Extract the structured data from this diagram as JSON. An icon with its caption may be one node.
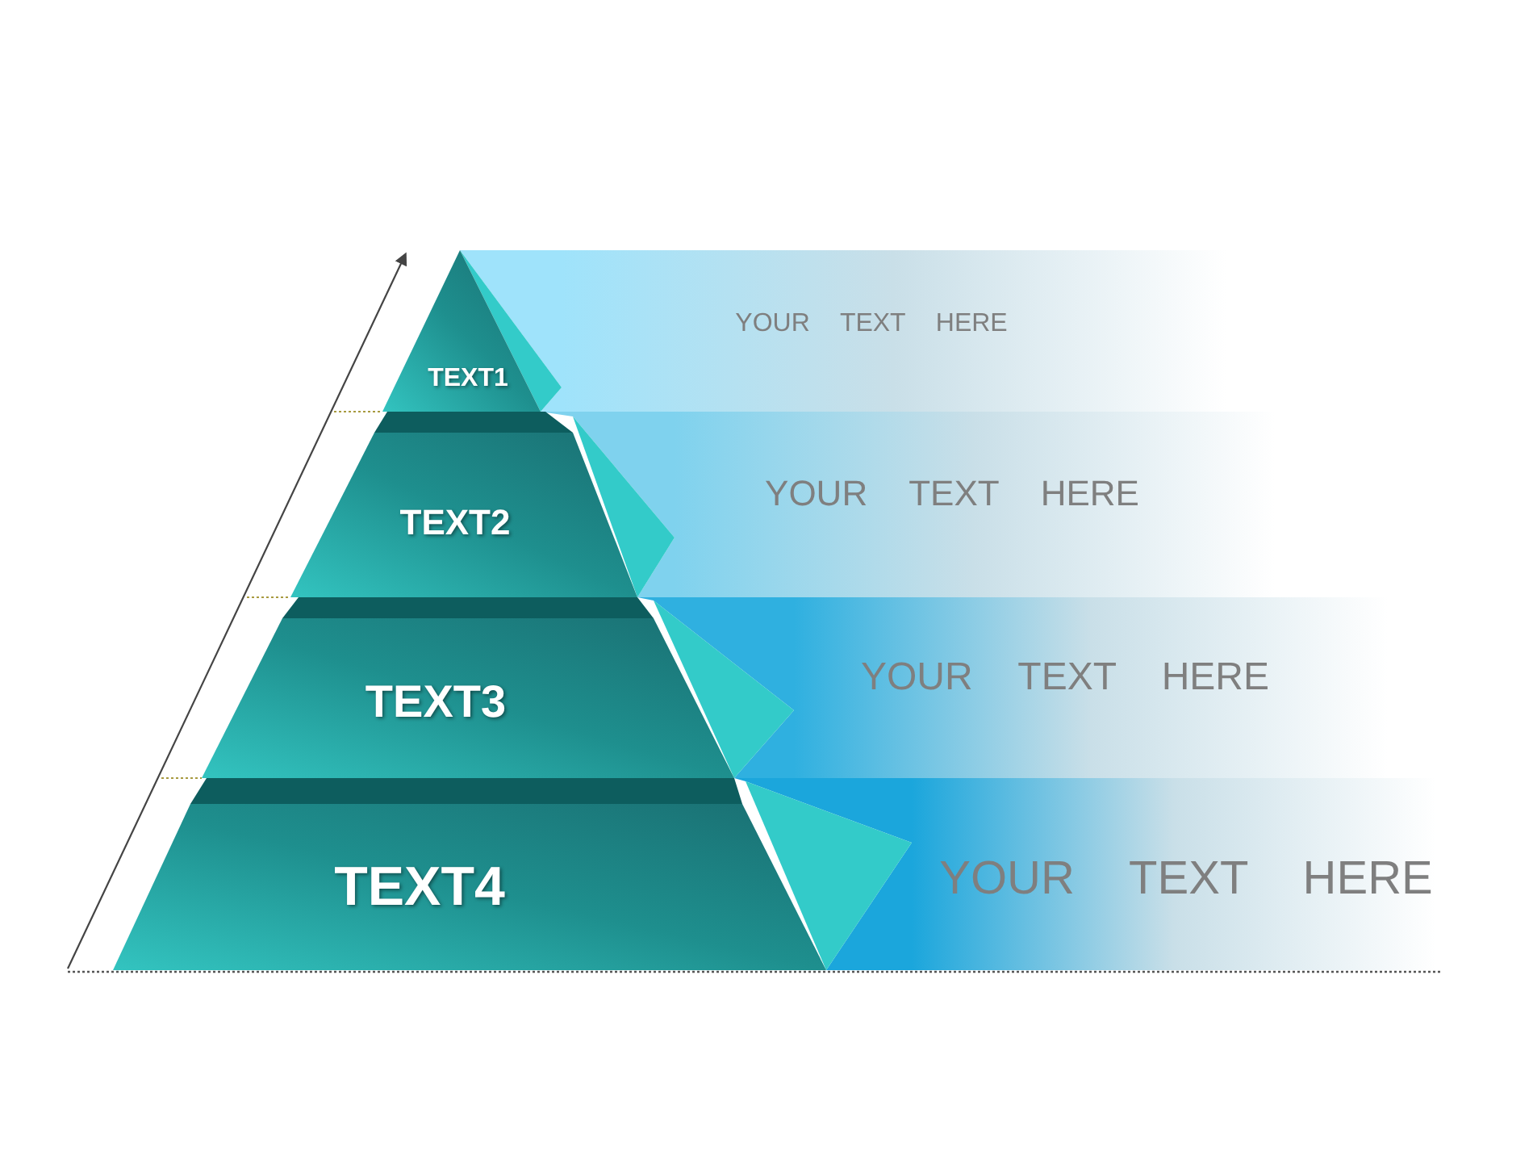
{
  "diagram": {
    "nodes": [
      {
        "text": [
          "TEXT1"
        ]
      },
      {
        "text": [
          "YOUR TEXT HERE"
        ]
      },
      {
        "text": [
          "TEXT2"
        ]
      },
      {
        "text": [
          "YOUR TEXT HERE"
        ]
      },
      {
        "text": [
          "TEXT3"
        ]
      },
      {
        "text": [
          "YOUR TEXT HERE"
        ]
      },
      {
        "text": [
          "TEXT4"
        ]
      },
      {
        "text": [
          "YOUR TEXT HERE"
        ]
      }
    ]
  }
}
